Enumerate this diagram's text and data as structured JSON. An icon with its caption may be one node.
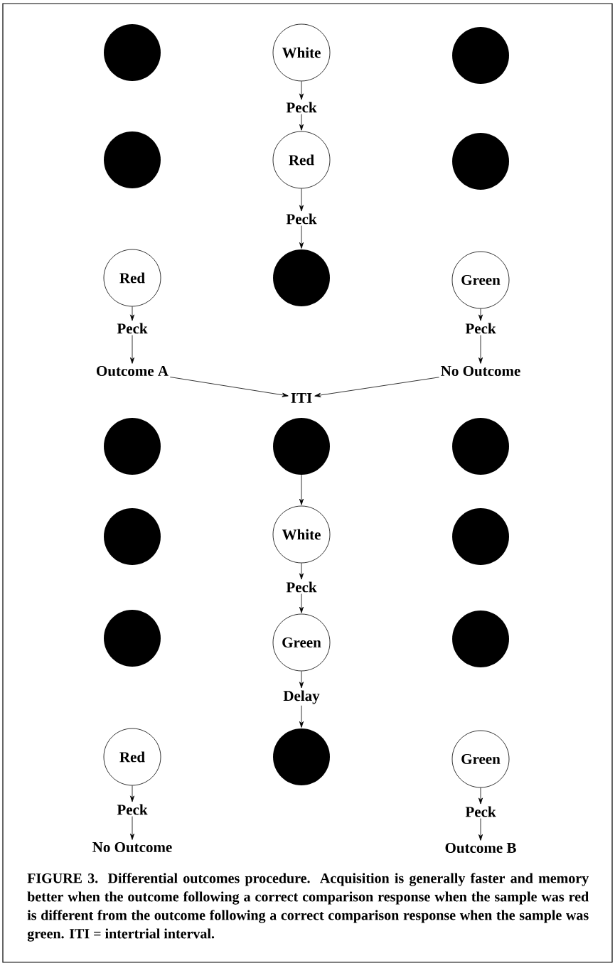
{
  "diagram": {
    "nodes": [
      {
        "text": [],
        "shape": "circle"
      },
      {
        "text": [
          "White"
        ]
      },
      {
        "text": [],
        "shape": "circle"
      },
      {
        "text": [
          "Peck"
        ]
      },
      {
        "text": [],
        "shape": "circle"
      },
      {
        "text": [
          "Red"
        ]
      },
      {
        "text": [],
        "shape": "circle"
      },
      {
        "text": [
          "Peck"
        ]
      },
      {
        "text": [
          "Red"
        ]
      },
      {
        "text": [],
        "shape": "circle"
      },
      {
        "text": [
          "Green"
        ]
      },
      {
        "text": [
          "Peck"
        ]
      },
      {
        "text": [
          "Peck"
        ]
      },
      {
        "text": [
          "Outcome A"
        ]
      },
      {
        "text": [
          "No Outcome"
        ]
      },
      {
        "text": [
          "ITI"
        ]
      },
      {
        "text": [],
        "shape": "circle"
      },
      {
        "text": [],
        "shape": "circle"
      },
      {
        "text": [],
        "shape": "circle"
      },
      {
        "text": [],
        "shape": "circle"
      },
      {
        "text": [
          "White"
        ]
      },
      {
        "text": [],
        "shape": "circle"
      },
      {
        "text": [
          "Peck"
        ]
      },
      {
        "text": [],
        "shape": "circle"
      },
      {
        "text": [
          "Green"
        ]
      },
      {
        "text": [],
        "shape": "circle"
      },
      {
        "text": [
          "Delay"
        ]
      },
      {
        "text": [
          "Red"
        ]
      },
      {
        "text": [],
        "shape": "circle"
      },
      {
        "text": [
          "Green"
        ]
      },
      {
        "text": [
          "Peck"
        ]
      },
      {
        "text": [
          "Peck"
        ]
      },
      {
        "text": [
          "No Outcome"
        ]
      },
      {
        "text": [
          "Outcome B"
        ]
      }
    ],
    "edges": [
      {
        "from": 1,
        "to": 3,
        "arrow": "to"
      },
      {
        "from": 3,
        "to": 5,
        "arrow": "to"
      },
      {
        "from": 5,
        "to": 7,
        "arrow": "to"
      },
      {
        "from": 7,
        "to": 9,
        "arrow": "to"
      },
      {
        "from": 8,
        "to": 11,
        "arrow": "to"
      },
      {
        "from": 11,
        "to": 13,
        "arrow": "to"
      },
      {
        "from": 10,
        "to": 12,
        "arrow": "to"
      },
      {
        "from": 12,
        "to": 14,
        "arrow": "to"
      },
      {
        "from": 13,
        "to": 15,
        "arrow": "to"
      },
      {
        "from": 14,
        "to": 15,
        "arrow": "to"
      },
      {
        "from": 17,
        "to": 20,
        "arrow": "to"
      },
      {
        "from": 20,
        "to": 22,
        "arrow": "to"
      },
      {
        "from": 22,
        "to": 24,
        "arrow": "to"
      },
      {
        "from": 24,
        "to": 26,
        "arrow": "to"
      },
      {
        "from": 26,
        "to": 28,
        "arrow": "to"
      },
      {
        "from": 27,
        "to": 30,
        "arrow": "to"
      },
      {
        "from": 30,
        "to": 32,
        "arrow": "to"
      },
      {
        "from": 29,
        "to": 31,
        "arrow": "to"
      },
      {
        "from": 31,
        "to": 33,
        "arrow": "to"
      }
    ],
    "caption": "FIGURE 3. Differential outcomes procedure. Acquisition is generally faster and memory better when the outcome following a correct comparison response when the sample was red is different from the outcome following a correct comparison response when the sample was green. ITI = intertrial interval."
  }
}
